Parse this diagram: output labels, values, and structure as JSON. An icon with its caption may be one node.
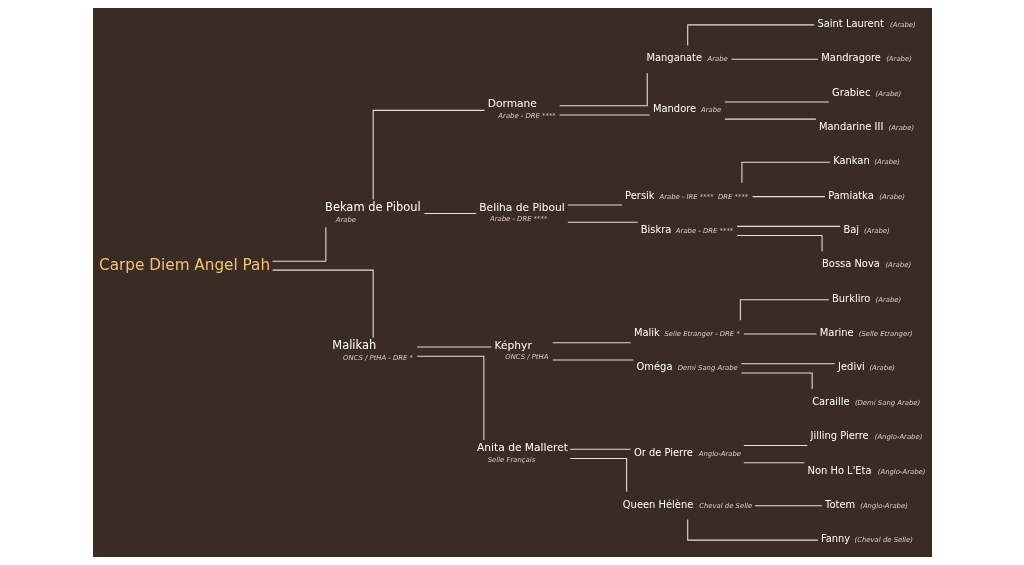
{
  "diagram": {
    "nodes": [
      {
        "text": [
          "Carpe Diem Angel Pah"
        ]
      },
      {
        "text": [
          "Bekam de Piboul",
          "Arabe"
        ]
      },
      {
        "text": [
          "Dormane",
          "Arabe - DRE ****"
        ]
      },
      {
        "text": [
          "Manganate",
          "Arabe"
        ]
      },
      {
        "text": [
          "Saint Laurent",
          "(Arabe)"
        ]
      },
      {
        "text": [
          "Mandragore",
          "(Arabe)"
        ]
      },
      {
        "text": [
          "Mandore",
          "Arabe"
        ]
      },
      {
        "text": [
          "Grabiec",
          "(Arabe)"
        ]
      },
      {
        "text": [
          "Mandarine III",
          "(Arabe)"
        ]
      },
      {
        "text": [
          "Beliha de Piboul",
          "Arabe - DRE ****"
        ]
      },
      {
        "text": [
          "Persik",
          "Arabe - IRE ****  DRE ****"
        ]
      },
      {
        "text": [
          "Kankan",
          "(Arabe)"
        ]
      },
      {
        "text": [
          "Pamiatka",
          "(Arabe)"
        ]
      },
      {
        "text": [
          "Biskra",
          "Arabe - DRE ****"
        ]
      },
      {
        "text": [
          "Baj",
          "(Arabe)"
        ]
      },
      {
        "text": [
          "Bossa Nova",
          "(Arabe)"
        ]
      },
      {
        "text": [
          "Malikah",
          "ONCS / PtHA - DRE *"
        ]
      },
      {
        "text": [
          "Képhyr",
          "ONCS / PtHA"
        ]
      },
      {
        "text": [
          "Malik",
          "Selle Etranger - DRE *"
        ]
      },
      {
        "text": [
          "Burkliro",
          "(Arabe)"
        ]
      },
      {
        "text": [
          "Marine",
          "(Selle Etranger)"
        ]
      },
      {
        "text": [
          "Oméga",
          "Demi Sang Arabe"
        ]
      },
      {
        "text": [
          "Jedivi",
          "(Arabe)"
        ]
      },
      {
        "text": [
          "Caraille",
          "(Demi Sang Arabe)"
        ]
      },
      {
        "text": [
          "Anita de Malleret",
          "Selle Français"
        ]
      },
      {
        "text": [
          "Or de Pierre",
          "Anglo-Arabe"
        ]
      },
      {
        "text": [
          "Jilling Pierre",
          "(Anglo-Arabe)"
        ]
      },
      {
        "text": [
          "Non Ho L'Eta",
          "(Anglo-Arabe)"
        ]
      },
      {
        "text": [
          "Queen Hélène",
          "Cheval de Selle"
        ]
      },
      {
        "text": [
          "Totem",
          "(Anglo-Arabe)"
        ]
      },
      {
        "text": [
          "Fanny",
          "(Cheval de Selle)"
        ]
      }
    ],
    "edges": [
      {
        "from": 0,
        "to": 1,
        "arrow": "none"
      },
      {
        "from": 0,
        "to": 16,
        "arrow": "none"
      },
      {
        "from": 1,
        "to": 2,
        "arrow": "none"
      },
      {
        "from": 1,
        "to": 9,
        "arrow": "none"
      },
      {
        "from": 2,
        "to": 3,
        "arrow": "none"
      },
      {
        "from": 2,
        "to": 6,
        "arrow": "none"
      },
      {
        "from": 3,
        "to": 4,
        "arrow": "none"
      },
      {
        "from": 3,
        "to": 5,
        "arrow": "none"
      },
      {
        "from": 6,
        "to": 7,
        "arrow": "none"
      },
      {
        "from": 6,
        "to": 8,
        "arrow": "none"
      },
      {
        "from": 9,
        "to": 10,
        "arrow": "none"
      },
      {
        "from": 9,
        "to": 13,
        "arrow": "none"
      },
      {
        "from": 10,
        "to": 11,
        "arrow": "none"
      },
      {
        "from": 10,
        "to": 12,
        "arrow": "none"
      },
      {
        "from": 13,
        "to": 14,
        "arrow": "none"
      },
      {
        "from": 13,
        "to": 15,
        "arrow": "none"
      },
      {
        "from": 16,
        "to": 17,
        "arrow": "none"
      },
      {
        "from": 16,
        "to": 24,
        "arrow": "none"
      },
      {
        "from": 17,
        "to": 18,
        "arrow": "none"
      },
      {
        "from": 17,
        "to": 21,
        "arrow": "none"
      },
      {
        "from": 18,
        "to": 19,
        "arrow": "none"
      },
      {
        "from": 18,
        "to": 20,
        "arrow": "none"
      },
      {
        "from": 21,
        "to": 22,
        "arrow": "none"
      },
      {
        "from": 21,
        "to": 23,
        "arrow": "none"
      },
      {
        "from": 24,
        "to": 25,
        "arrow": "none"
      },
      {
        "from": 24,
        "to": 28,
        "arrow": "none"
      },
      {
        "from": 25,
        "to": 26,
        "arrow": "none"
      },
      {
        "from": 25,
        "to": 27,
        "arrow": "none"
      },
      {
        "from": 28,
        "to": 29,
        "arrow": "none"
      },
      {
        "from": 28,
        "to": 30,
        "arrow": "none"
      }
    ]
  }
}
